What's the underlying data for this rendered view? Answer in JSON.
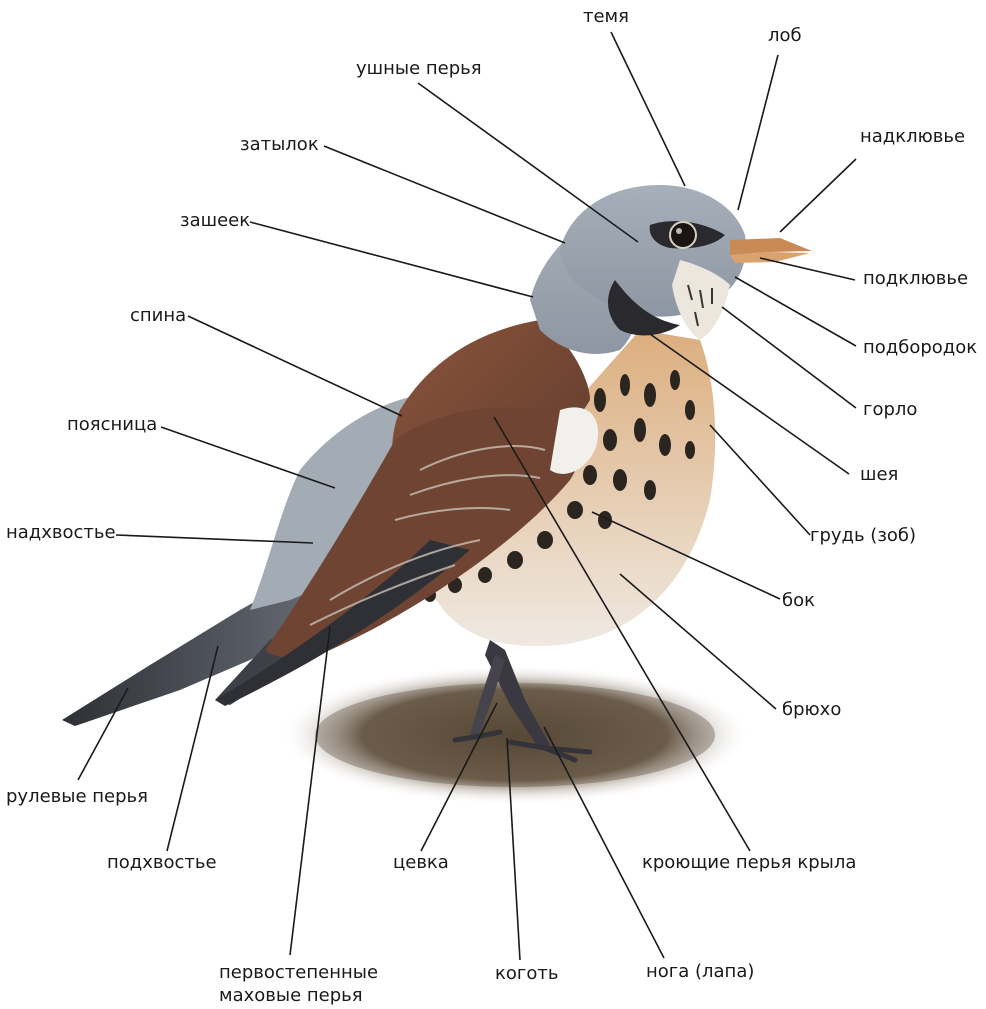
{
  "labels": {
    "temya": "темя",
    "lob": "лоб",
    "ushnye_perya": "ушные перья",
    "nadklyuve": "надклювье",
    "zatylok": "затылок",
    "zasheek": "зашеек",
    "podklyuve": "подклювье",
    "spina": "спина",
    "podborodok": "подбородок",
    "gorlo": "горло",
    "poyasnitsa": "поясница",
    "sheya": "шея",
    "nadkhvoste": "надхвостье",
    "grud": "грудь (зоб)",
    "bok": "бок",
    "bryukho": "брюхо",
    "rulevye": "рулевые перья",
    "podkhvoste": "подхвостье",
    "tsevka": "цевка",
    "kroyushchie": "кроющие перья крыла",
    "pervostepennye_1": "первостепенные",
    "pervostepennye_2": "маховые перья",
    "kogot": "коготь",
    "noga": "нога (лапа)"
  },
  "colors": {
    "head_grey": "#9aa3ae",
    "back_brown": "#7a4a34",
    "wing_dark": "#3a3a40",
    "breast_buff": "#d9a978",
    "belly_white": "#eeeae4",
    "beak": "#c98a55",
    "ground": "#6b5a44",
    "leader_line": "#1a1a1a"
  }
}
